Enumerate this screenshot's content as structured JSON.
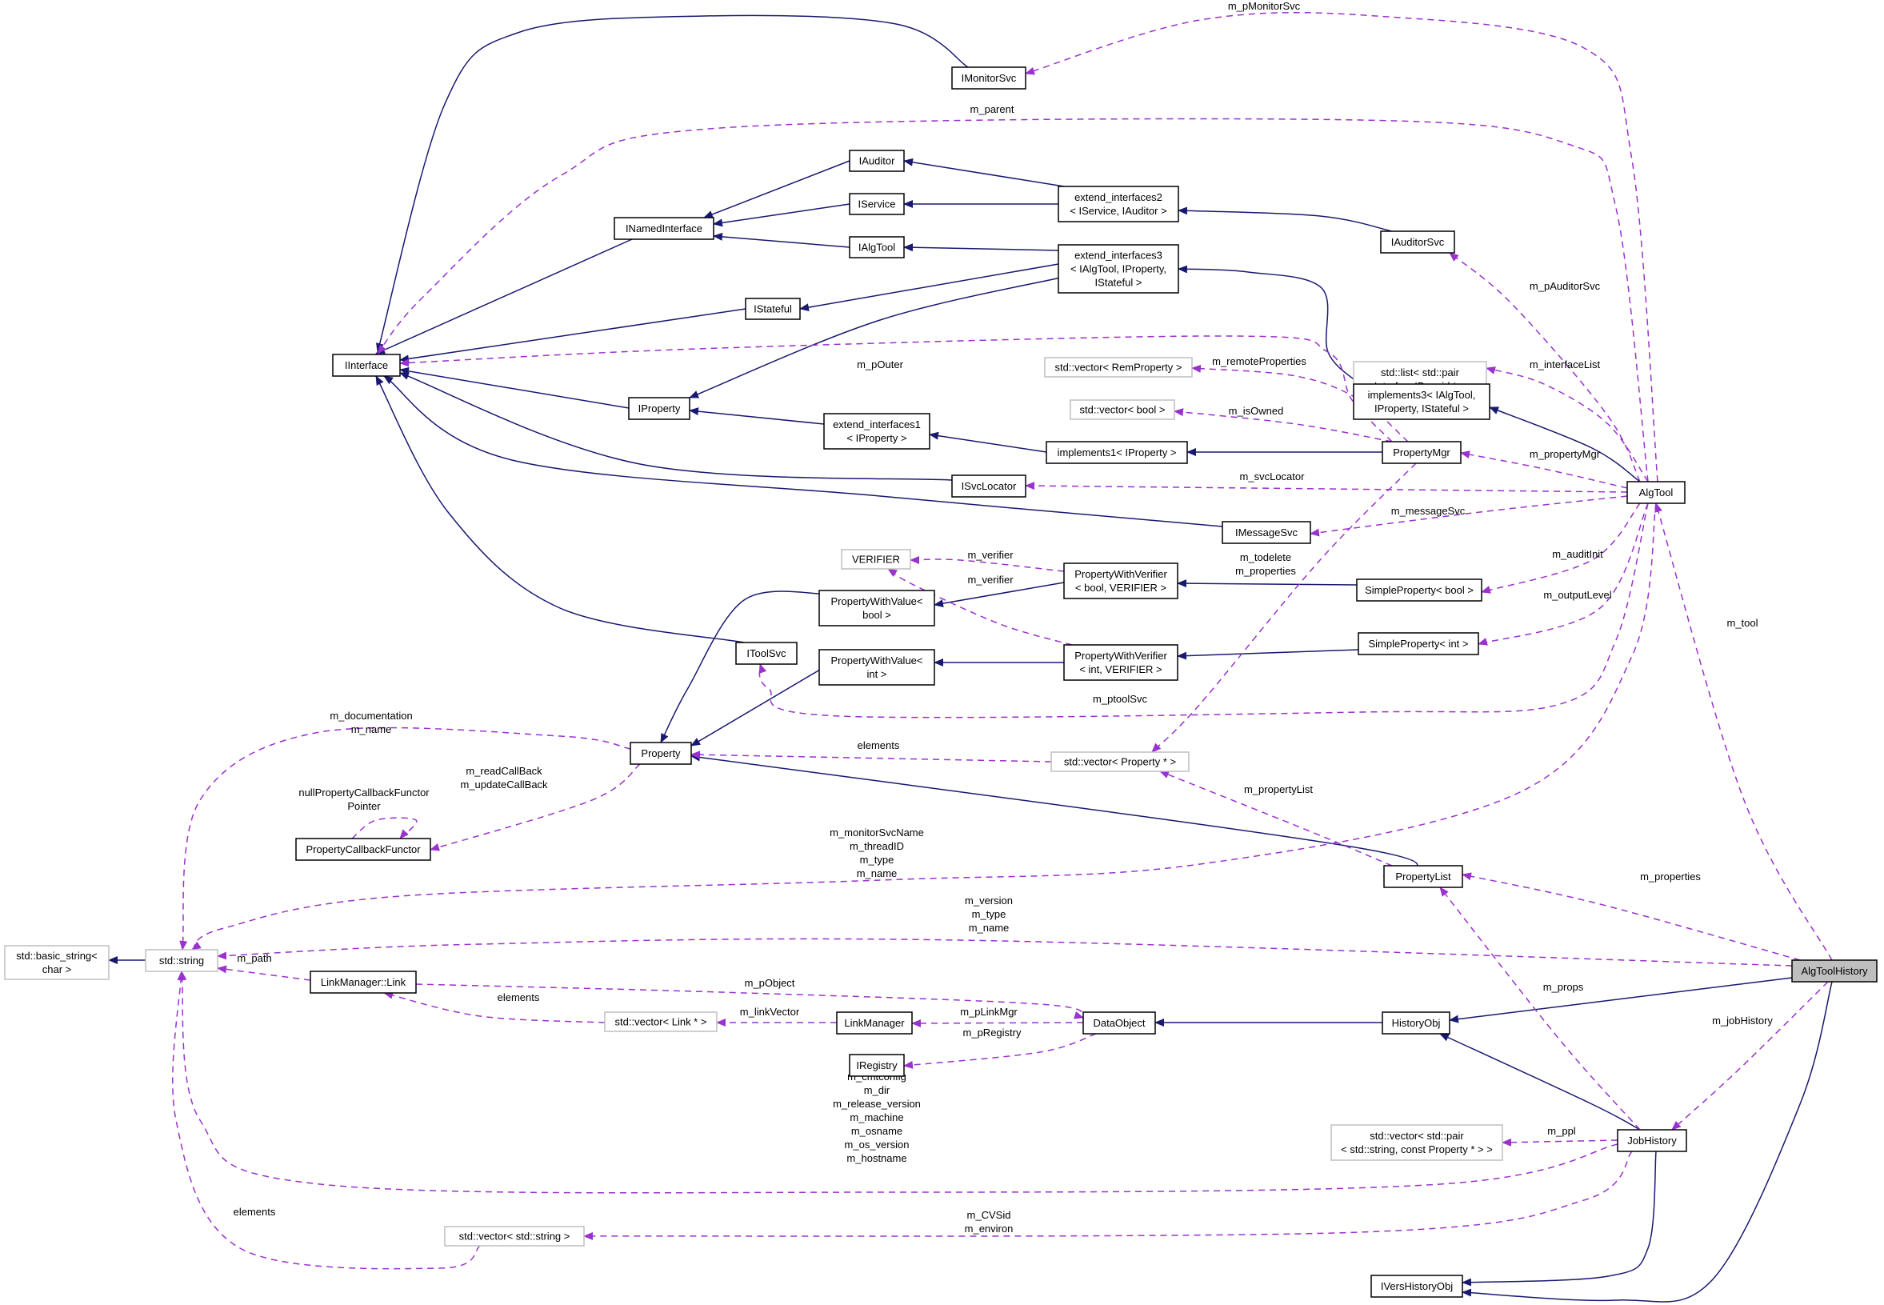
{
  "colors": {
    "inheritance": "#191970",
    "usage": "#9a32cd",
    "documented_border": "#000000",
    "undocumented_border": "#bfbfbf",
    "focus_fill": "#bfbfbf"
  },
  "nodes": [
    {
      "id": "IMonitorSvc",
      "lines": [
        "IMonitorSvc"
      ],
      "kind": "doc"
    },
    {
      "id": "IAuditor",
      "lines": [
        "IAuditor"
      ],
      "kind": "doc"
    },
    {
      "id": "IService",
      "lines": [
        "IService"
      ],
      "kind": "doc"
    },
    {
      "id": "INamedInterface",
      "lines": [
        "INamedInterface"
      ],
      "kind": "doc"
    },
    {
      "id": "IAlgTool",
      "lines": [
        "IAlgTool"
      ],
      "kind": "doc"
    },
    {
      "id": "IStateful",
      "lines": [
        "IStateful"
      ],
      "kind": "doc"
    },
    {
      "id": "IInterface",
      "lines": [
        "IInterface"
      ],
      "kind": "doc"
    },
    {
      "id": "IProperty",
      "lines": [
        "IProperty"
      ],
      "kind": "doc"
    },
    {
      "id": "extend_interfaces2",
      "lines": [
        "extend_interfaces2",
        "< IService, IAuditor >"
      ],
      "kind": "doc"
    },
    {
      "id": "extend_interfaces3",
      "lines": [
        "extend_interfaces3",
        "< IAlgTool, IProperty,",
        "IStateful >"
      ],
      "kind": "doc"
    },
    {
      "id": "extend_interfaces1",
      "lines": [
        "extend_interfaces1",
        "< IProperty >"
      ],
      "kind": "doc"
    },
    {
      "id": "IAuditorSvc",
      "lines": [
        "IAuditorSvc"
      ],
      "kind": "doc"
    },
    {
      "id": "listPair",
      "lines": [
        "std::list< std::pair",
        "< InterfaceID, void * > >"
      ],
      "kind": "undoc"
    },
    {
      "id": "vecRemProperty",
      "lines": [
        "std::vector< RemProperty >"
      ],
      "kind": "undoc"
    },
    {
      "id": "vecBool",
      "lines": [
        "std::vector< bool >"
      ],
      "kind": "undoc"
    },
    {
      "id": "implements3",
      "lines": [
        "implements3< IAlgTool,",
        "IProperty, IStateful >"
      ],
      "kind": "doc"
    },
    {
      "id": "implements1",
      "lines": [
        "implements1< IProperty >"
      ],
      "kind": "doc"
    },
    {
      "id": "PropertyMgr",
      "lines": [
        "PropertyMgr"
      ],
      "kind": "doc"
    },
    {
      "id": "ISvcLocator",
      "lines": [
        "ISvcLocator"
      ],
      "kind": "doc"
    },
    {
      "id": "AlgTool",
      "lines": [
        "AlgTool"
      ],
      "kind": "doc"
    },
    {
      "id": "IMessageSvc",
      "lines": [
        "IMessageSvc"
      ],
      "kind": "doc"
    },
    {
      "id": "VERIFIER",
      "lines": [
        "VERIFIER"
      ],
      "kind": "undoc"
    },
    {
      "id": "PWVbool",
      "lines": [
        "PropertyWithVerifier",
        "< bool, VERIFIER >"
      ],
      "kind": "doc"
    },
    {
      "id": "PWValbool",
      "lines": [
        "PropertyWithValue<",
        "bool >"
      ],
      "kind": "doc"
    },
    {
      "id": "SPbool",
      "lines": [
        "SimpleProperty< bool >"
      ],
      "kind": "doc"
    },
    {
      "id": "IToolSvc",
      "lines": [
        "IToolSvc"
      ],
      "kind": "doc"
    },
    {
      "id": "PWValint",
      "lines": [
        "PropertyWithValue<",
        "int >"
      ],
      "kind": "doc"
    },
    {
      "id": "PWVint",
      "lines": [
        "PropertyWithVerifier",
        "< int, VERIFIER >"
      ],
      "kind": "doc"
    },
    {
      "id": "SPint",
      "lines": [
        "SimpleProperty< int >"
      ],
      "kind": "doc"
    },
    {
      "id": "Property",
      "lines": [
        "Property"
      ],
      "kind": "doc"
    },
    {
      "id": "vecPropertyPtr",
      "lines": [
        "std::vector< Property * >"
      ],
      "kind": "undoc"
    },
    {
      "id": "PCF",
      "lines": [
        "PropertyCallbackFunctor"
      ],
      "kind": "doc"
    },
    {
      "id": "PropertyList",
      "lines": [
        "PropertyList"
      ],
      "kind": "doc"
    },
    {
      "id": "basicString",
      "lines": [
        "std::basic_string<",
        "char >"
      ],
      "kind": "undoc"
    },
    {
      "id": "stdString",
      "lines": [
        "std::string"
      ],
      "kind": "undoc"
    },
    {
      "id": "LMLink",
      "lines": [
        "LinkManager::Link"
      ],
      "kind": "doc"
    },
    {
      "id": "vecLink",
      "lines": [
        "std::vector< Link * >"
      ],
      "kind": "undoc"
    },
    {
      "id": "LinkManager",
      "lines": [
        "LinkManager"
      ],
      "kind": "doc"
    },
    {
      "id": "DataObject",
      "lines": [
        "DataObject"
      ],
      "kind": "doc"
    },
    {
      "id": "IRegistry",
      "lines": [
        "IRegistry"
      ],
      "kind": "doc"
    },
    {
      "id": "HistoryObj",
      "lines": [
        "HistoryObj"
      ],
      "kind": "doc"
    },
    {
      "id": "AlgToolHistory",
      "lines": [
        "AlgToolHistory"
      ],
      "kind": "focus"
    },
    {
      "id": "vecPairStr",
      "lines": [
        "std::vector< std::pair",
        "< std::string, const Property * > >"
      ],
      "kind": "undoc"
    },
    {
      "id": "JobHistory",
      "lines": [
        "JobHistory"
      ],
      "kind": "doc"
    },
    {
      "id": "vecString",
      "lines": [
        "std::vector< std::string >"
      ],
      "kind": "undoc"
    },
    {
      "id": "IVersHistoryObj",
      "lines": [
        "IVersHistoryObj"
      ],
      "kind": "doc"
    }
  ],
  "edges": [
    {
      "from": "IMonitorSvc",
      "to": "IInterface",
      "type": "inherit"
    },
    {
      "from": "INamedInterface",
      "to": "IInterface",
      "type": "inherit"
    },
    {
      "from": "IAuditor",
      "to": "INamedInterface",
      "type": "inherit"
    },
    {
      "from": "IService",
      "to": "INamedInterface",
      "type": "inherit"
    },
    {
      "from": "IAlgTool",
      "to": "INamedInterface",
      "type": "inherit"
    },
    {
      "from": "IStateful",
      "to": "IInterface",
      "type": "inherit"
    },
    {
      "from": "IProperty",
      "to": "IInterface",
      "type": "inherit"
    },
    {
      "from": "ISvcLocator",
      "to": "IInterface",
      "type": "inherit"
    },
    {
      "from": "IMessageSvc",
      "to": "IInterface",
      "type": "inherit"
    },
    {
      "from": "IToolSvc",
      "to": "IInterface",
      "type": "inherit"
    },
    {
      "from": "extend_interfaces2",
      "to": "IAuditor",
      "type": "inherit"
    },
    {
      "from": "extend_interfaces2",
      "to": "IService",
      "type": "inherit"
    },
    {
      "from": "extend_interfaces3",
      "to": "IAlgTool",
      "type": "inherit"
    },
    {
      "from": "extend_interfaces3",
      "to": "IStateful",
      "type": "inherit"
    },
    {
      "from": "extend_interfaces3",
      "to": "IProperty",
      "type": "inherit"
    },
    {
      "from": "extend_interfaces1",
      "to": "IProperty",
      "type": "inherit"
    },
    {
      "from": "IAuditorSvc",
      "to": "extend_interfaces2",
      "type": "inherit"
    },
    {
      "from": "implements3",
      "to": "extend_interfaces3",
      "type": "inherit"
    },
    {
      "from": "implements1",
      "to": "extend_interfaces1",
      "type": "inherit"
    },
    {
      "from": "PropertyMgr",
      "to": "implements1",
      "type": "inherit"
    },
    {
      "from": "AlgTool",
      "to": "implements3",
      "type": "inherit"
    },
    {
      "from": "PWVbool",
      "to": "PWValbool",
      "type": "inherit"
    },
    {
      "from": "PWVint",
      "to": "PWValint",
      "type": "inherit"
    },
    {
      "from": "SPbool",
      "to": "PWVbool",
      "type": "inherit"
    },
    {
      "from": "SPint",
      "to": "PWVint",
      "type": "inherit"
    },
    {
      "from": "PWValbool",
      "to": "Property",
      "type": "inherit"
    },
    {
      "from": "PWValint",
      "to": "Property",
      "type": "inherit"
    },
    {
      "from": "PropertyList",
      "to": "Property",
      "type": "inherit"
    },
    {
      "from": "stdString",
      "to": "basicString",
      "type": "inherit"
    },
    {
      "from": "AlgToolHistory",
      "to": "HistoryObj",
      "type": "inherit"
    },
    {
      "from": "JobHistory",
      "to": "HistoryObj",
      "type": "inherit"
    },
    {
      "from": "HistoryObj",
      "to": "DataObject",
      "type": "inherit"
    },
    {
      "from": "JobHistory",
      "to": "IVersHistoryObj",
      "type": "inherit"
    },
    {
      "from": "AlgToolHistory",
      "to": "IVersHistoryObj",
      "type": "inherit"
    },
    {
      "from": "AlgTool",
      "to": "IMonitorSvc",
      "type": "usage",
      "label": [
        "m_pMonitorSvc"
      ]
    },
    {
      "from": "AlgTool",
      "to": "IInterface",
      "type": "usage",
      "label": [
        "m_parent"
      ]
    },
    {
      "from": "AlgTool",
      "to": "IAuditorSvc",
      "type": "usage",
      "label": [
        "m_pAuditorSvc"
      ]
    },
    {
      "from": "AlgTool",
      "to": "listPair",
      "type": "usage",
      "label": [
        "m_interfaceList"
      ]
    },
    {
      "from": "PropertyMgr",
      "to": "IInterface",
      "type": "usage",
      "label": [
        "m_pOuter"
      ]
    },
    {
      "from": "PropertyMgr",
      "to": "vecRemProperty",
      "type": "usage",
      "label": [
        "m_remoteProperties"
      ]
    },
    {
      "from": "PropertyMgr",
      "to": "vecBool",
      "type": "usage",
      "label": [
        "m_isOwned"
      ]
    },
    {
      "from": "AlgTool",
      "to": "PropertyMgr",
      "type": "usage",
      "label": [
        "m_propertyMgr"
      ]
    },
    {
      "from": "AlgTool",
      "to": "ISvcLocator",
      "type": "usage",
      "label": [
        "m_svcLocator"
      ]
    },
    {
      "from": "AlgTool",
      "to": "IMessageSvc",
      "type": "usage",
      "label": [
        "m_messageSvc"
      ]
    },
    {
      "from": "PWVbool",
      "to": "VERIFIER",
      "type": "usage",
      "label": [
        "m_verifier"
      ]
    },
    {
      "from": "PWVint",
      "to": "VERIFIER",
      "type": "usage",
      "label": [
        "m_verifier"
      ]
    },
    {
      "from": "AlgTool",
      "to": "SPbool",
      "type": "usage",
      "label": [
        "m_auditInit"
      ]
    },
    {
      "from": "AlgTool",
      "to": "SPint",
      "type": "usage",
      "label": [
        "m_outputLevel"
      ]
    },
    {
      "from": "AlgTool",
      "to": "IToolSvc",
      "type": "usage",
      "label": [
        "m_ptoolSvc"
      ]
    },
    {
      "from": "PropertyMgr",
      "to": "vecPropertyPtr",
      "type": "usage",
      "label": [
        "m_todelete",
        "m_properties"
      ]
    },
    {
      "from": "vecPropertyPtr",
      "to": "Property",
      "type": "usage",
      "label": [
        "elements"
      ]
    },
    {
      "from": "Property",
      "to": "stdString",
      "type": "usage",
      "label": [
        "m_documentation",
        "m_name"
      ]
    },
    {
      "from": "Property",
      "to": "PCF",
      "type": "usage",
      "label": [
        "m_readCallBack",
        "m_updateCallBack"
      ]
    },
    {
      "from": "PCF",
      "to": "PCF",
      "type": "usage",
      "label": [
        "nullPropertyCallbackFunctor",
        "Pointer"
      ]
    },
    {
      "from": "AlgTool",
      "to": "stdString",
      "type": "usage",
      "label": [
        "m_monitorSvcName",
        "m_threadID",
        "m_type",
        "m_name"
      ]
    },
    {
      "from": "PropertyList",
      "to": "vecPropertyPtr",
      "type": "usage",
      "label": [
        "m_propertyList"
      ]
    },
    {
      "from": "AlgToolHistory",
      "to": "PropertyList",
      "type": "usage",
      "label": [
        "m_properties"
      ]
    },
    {
      "from": "AlgToolHistory",
      "to": "stdString",
      "type": "usage",
      "label": [
        "m_version",
        "m_type",
        "m_name"
      ]
    },
    {
      "from": "AlgToolHistory",
      "to": "AlgTool",
      "type": "usage",
      "label": [
        "m_tool"
      ]
    },
    {
      "from": "LMLink",
      "to": "stdString",
      "type": "usage",
      "label": [
        "m_path"
      ]
    },
    {
      "from": "LMLink",
      "to": "DataObject",
      "type": "usage",
      "label": [
        "m_pObject"
      ]
    },
    {
      "from": "vecLink",
      "to": "LMLink",
      "type": "usage",
      "label": [
        "elements"
      ]
    },
    {
      "from": "LinkManager",
      "to": "vecLink",
      "type": "usage",
      "label": [
        "m_linkVector"
      ]
    },
    {
      "from": "DataObject",
      "to": "LinkManager",
      "type": "usage",
      "label": [
        "m_pLinkMgr"
      ]
    },
    {
      "from": "DataObject",
      "to": "IRegistry",
      "type": "usage",
      "label": [
        "m_pRegistry"
      ]
    },
    {
      "from": "JobHistory",
      "to": "PropertyList",
      "type": "usage",
      "label": [
        "m_props"
      ]
    },
    {
      "from": "AlgToolHistory",
      "to": "JobHistory",
      "type": "usage",
      "label": [
        "m_jobHistory"
      ]
    },
    {
      "from": "JobHistory",
      "to": "vecPairStr",
      "type": "usage",
      "label": [
        "m_ppl"
      ]
    },
    {
      "from": "JobHistory",
      "to": "stdString",
      "type": "usage",
      "label": [
        "m_cmtconfig",
        "m_dir",
        "m_release_version",
        "m_machine",
        "m_osname",
        "m_os_version",
        "m_hostname"
      ]
    },
    {
      "from": "JobHistory",
      "to": "vecString",
      "type": "usage",
      "label": [
        "m_CVSid",
        "m_environ"
      ]
    },
    {
      "from": "vecString",
      "to": "stdString",
      "type": "usage",
      "label": [
        "elements"
      ]
    }
  ]
}
